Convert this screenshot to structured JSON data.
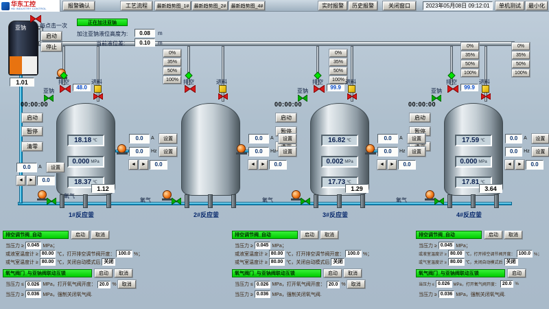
{
  "toolbar": {
    "logo_title": "华东工控",
    "logo_subtitle": "HD INDUSTRY CONTROL",
    "alarm_ack": "报警确认",
    "process_flow": "工艺流程",
    "trend_1": "最新趋势图_1#",
    "trend_2": "最新趋势图_2#",
    "trend_3": "最新趋势图_4#",
    "realtime_alarm": "实时报警",
    "history_alarm": "历史报警",
    "close_window": "关闭窗口",
    "datetime": "2023年05月08日 09:12:01",
    "standalone_test": "单机测试",
    "minimize": "最小化"
  },
  "sodium_tank": {
    "label": "亚钠",
    "level": "1.01",
    "hint": "每点击一次",
    "status": "正在加注亚钠",
    "start": "启动",
    "stop": "停止",
    "fill_label": "加注亚钠液位高度为:",
    "fill_value": "0.08",
    "fill_unit": "m",
    "diff_label": "当前液位差:",
    "diff_value": "0.10",
    "diff_unit": "m"
  },
  "percent_buttons": [
    "0%",
    "35%",
    "50%",
    "100%"
  ],
  "drive": {
    "current": "0.0",
    "current_unit": "A",
    "freq": "0.0",
    "freq_unit": "Hz",
    "set": "设置",
    "dec": "◄",
    "inc": "►",
    "setpoint": "0.0"
  },
  "reactors": [
    {
      "name": "1#反应釜",
      "sodium": "亚钠",
      "vent": "排空",
      "feed": "进料",
      "vent_opening": "48.0",
      "timer": "00:00:00",
      "start": "启动",
      "pause": "暂停",
      "reset": "清零",
      "temp_gas": "18.18",
      "temp_gas_unit": "℃",
      "pressure": "0.000",
      "pressure_unit": "MPa",
      "temp_liquid": "18.37",
      "temp_liquid_unit": "℃",
      "oxygen": "氧气",
      "oxygen_flow": "1.12"
    },
    {
      "name": "2#反应釜",
      "vent": "排空",
      "feed": "进料",
      "oxygen": "氧气"
    },
    {
      "name": "3#反应釜",
      "sodium": "亚钠",
      "vent": "排空",
      "feed": "进料",
      "vent_opening": "99.9",
      "timer": "00:00:00",
      "start": "启动",
      "pause": "暂停",
      "reset": "清零",
      "temp_gas": "16.82",
      "temp_gas_unit": "℃",
      "pressure": "0.002",
      "pressure_unit": "MPa",
      "temp_liquid": "17.73",
      "temp_liquid_unit": "℃",
      "oxygen": "氧气",
      "oxygen_flow": "1.29"
    },
    {
      "name": "4#反应釜",
      "sodium": "亚钠",
      "vent": "排空",
      "feed": "进料",
      "vent_opening": "99.9",
      "timer": "00:00:00",
      "start": "启动",
      "pause": "暂停",
      "reset": "清零",
      "temp_gas": "17.59",
      "temp_gas_unit": "℃",
      "pressure": "0.000",
      "pressure_unit": "MPa",
      "temp_liquid": "17.81",
      "temp_liquid_unit": "℃",
      "oxygen": "氧气",
      "oxygen_flow": "3.64"
    }
  ],
  "panels": {
    "vent": {
      "title": "排空调节阀_自动",
      "start": "启动",
      "cancel": "取消",
      "l1_pre": "当压力 ≥",
      "l1_val": "0.045",
      "l1_post": "MPa；",
      "l2_pre": "或液室温度计 ≥",
      "l2_val1": "80.00",
      "l2_mid": "℃，打开排空调节阀开度：",
      "l2_val2": "100.0",
      "l2_post": "%；",
      "l3_pre": "或气室温度计 ≥",
      "l3_val": "80.00",
      "l3_mid": "℃，关闭自动模式后",
      "l3_btn": "关闭"
    },
    "oxygen": {
      "title": "氧气阀门_与亚钠阀联动互锁",
      "start": "启动",
      "cancel": "取消",
      "l1_pre": "当压力 ≤",
      "l1_val": "0.026",
      "l1_mid": "MPa，打开氧气阀开度：",
      "l1_val2": "20.0",
      "l1_post": "%",
      "l2_pre": "当压力 ≥",
      "l2_val": "0.036",
      "l2_post": "MPa，强制关闭氧气阀."
    }
  }
}
